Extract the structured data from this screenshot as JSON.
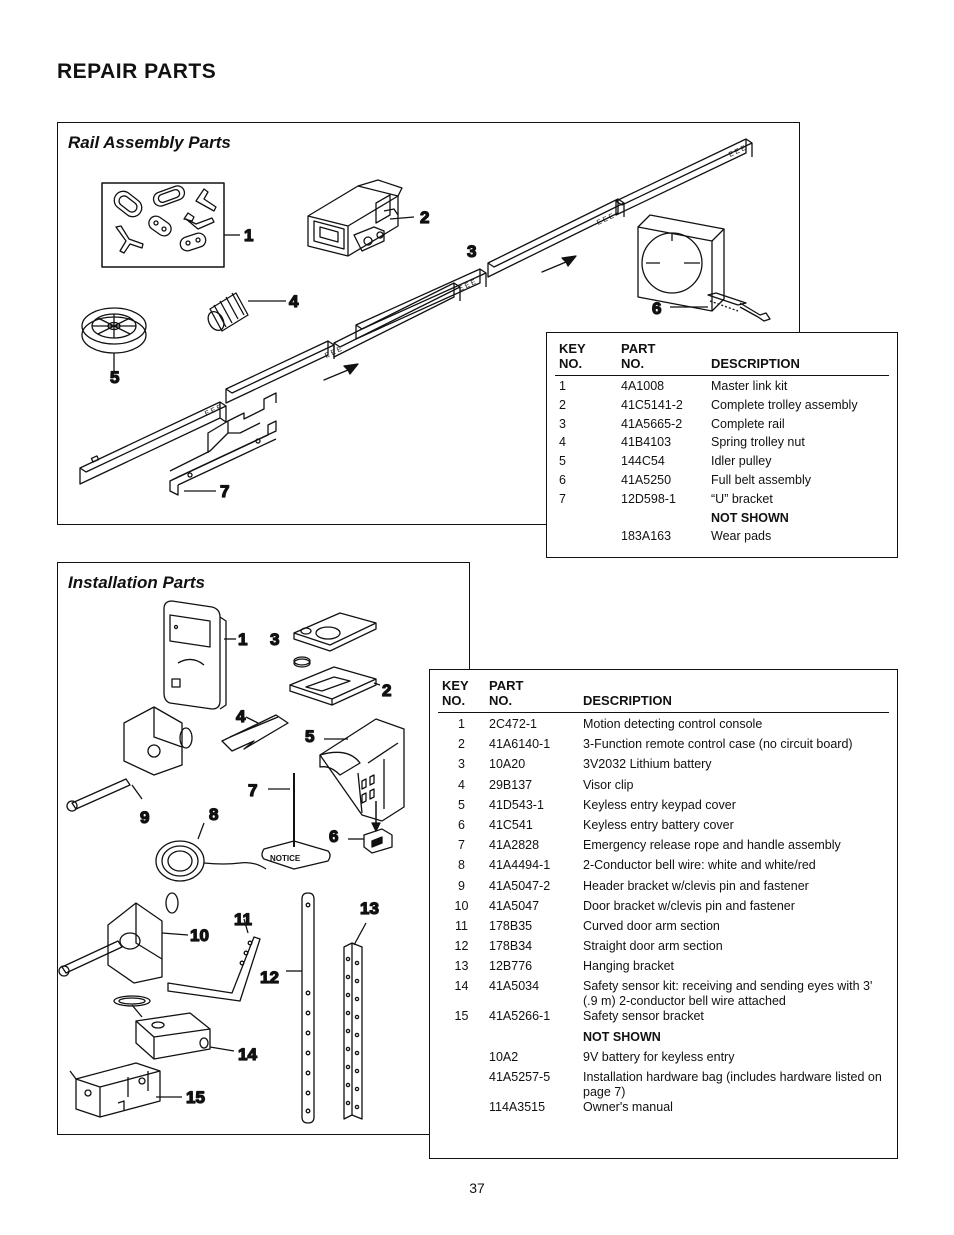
{
  "page": {
    "title": "REPAIR PARTS",
    "page_number": "37"
  },
  "rail_panel": {
    "title": "Rail Assembly Parts",
    "callouts": [
      "1",
      "2",
      "3",
      "4",
      "5",
      "6",
      "7"
    ],
    "table": {
      "headers": {
        "key_line1": "KEY",
        "key_line2": "NO.",
        "part_line1": "PART",
        "part_line2": "NO.",
        "description": "DESCRIPTION"
      },
      "rows": [
        {
          "key": "1",
          "part": "4A1008",
          "description": "Master link kit"
        },
        {
          "key": "2",
          "part": "41C5141-2",
          "description": "Complete trolley assembly"
        },
        {
          "key": "3",
          "part": "41A5665-2",
          "description": "Complete rail"
        },
        {
          "key": "4",
          "part": "41B4103",
          "description": "Spring trolley nut"
        },
        {
          "key": "5",
          "part": "144C54",
          "description": "Idler pulley"
        },
        {
          "key": "6",
          "part": "41A5250",
          "description": "Full belt assembly"
        },
        {
          "key": "7",
          "part": "12D598-1",
          "description": "“U” bracket"
        }
      ],
      "not_shown_label": "NOT SHOWN",
      "not_shown": [
        {
          "key": "",
          "part": "183A163",
          "description": "Wear pads"
        }
      ]
    }
  },
  "install_panel": {
    "title": "Installation Parts",
    "callouts": [
      "1",
      "2",
      "3",
      "4",
      "5",
      "6",
      "7",
      "8",
      "9",
      "10",
      "11",
      "12",
      "13",
      "14",
      "15"
    ],
    "notice_tag_text": "NOTICE",
    "table": {
      "headers": {
        "key_line1": "KEY",
        "key_line2": "NO.",
        "part_line1": "PART",
        "part_line2": "NO.",
        "description": "DESCRIPTION"
      },
      "rows": [
        {
          "key": "1",
          "part": "2C472-1",
          "description": "Motion detecting control console"
        },
        {
          "key": "2",
          "part": "41A6140-1",
          "description": "3-Function remote control case (no circuit board)"
        },
        {
          "key": "3",
          "part": "10A20",
          "description": "3V2032 Lithium battery"
        },
        {
          "key": "4",
          "part": "29B137",
          "description": "Visor clip"
        },
        {
          "key": "5",
          "part": "41D543-1",
          "description": "Keyless entry keypad cover"
        },
        {
          "key": "6",
          "part": "41C541",
          "description": "Keyless entry battery cover"
        },
        {
          "key": "7",
          "part": "41A2828",
          "description": "Emergency release rope and handle assembly"
        },
        {
          "key": "8",
          "part": "41A4494-1",
          "description": "2-Conductor bell wire: white and white/red"
        },
        {
          "key": "9",
          "part": "41A5047-2",
          "description": "Header bracket w/clevis pin and fastener"
        },
        {
          "key": "10",
          "part": "41A5047",
          "description": "Door bracket w/clevis pin and fastener"
        },
        {
          "key": "11",
          "part": "178B35",
          "description": "Curved door arm section"
        },
        {
          "key": "12",
          "part": "178B34",
          "description": "Straight door arm section"
        },
        {
          "key": "13",
          "part": "12B776",
          "description": "Hanging bracket"
        },
        {
          "key": "14",
          "part": "41A5034",
          "description": "Safety sensor kit: receiving and sending eyes with 3' (.9 m) 2-conductor bell wire attached"
        },
        {
          "key": "15",
          "part": "41A5266-1",
          "description": "Safety sensor bracket"
        }
      ],
      "not_shown_label": "NOT SHOWN",
      "not_shown": [
        {
          "key": "",
          "part": "10A2",
          "description": "9V battery for keyless entry"
        },
        {
          "key": "",
          "part": "41A5257-5",
          "description": "Installation hardware bag (includes hardware listed on page 7)"
        },
        {
          "key": "",
          "part": "114A3515",
          "description": "Owner's manual"
        }
      ]
    }
  }
}
